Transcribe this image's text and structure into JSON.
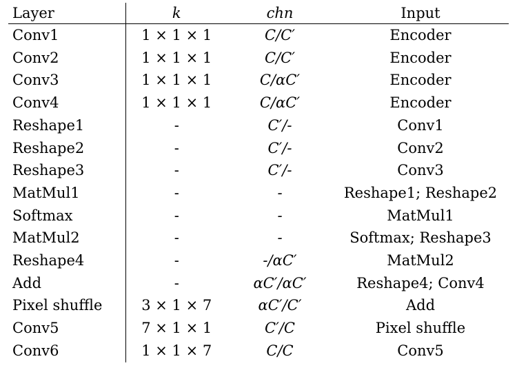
{
  "table": {
    "headers": {
      "layer": "Layer",
      "k": "k",
      "chn": "chn",
      "input": "Input"
    },
    "rows": [
      {
        "layer": "Conv1",
        "k": "1 × 1 × 1",
        "chn": "C/C′",
        "input": "Encoder"
      },
      {
        "layer": "Conv2",
        "k": "1 × 1 × 1",
        "chn": "C/C′",
        "input": "Encoder"
      },
      {
        "layer": "Conv3",
        "k": "1 × 1 × 1",
        "chn": "C/αC′",
        "input": "Encoder"
      },
      {
        "layer": "Conv4",
        "k": "1 × 1 × 1",
        "chn": "C/αC′",
        "input": "Encoder"
      },
      {
        "layer": "Reshape1",
        "k": "-",
        "chn": "C′/-",
        "input": "Conv1"
      },
      {
        "layer": "Reshape2",
        "k": "-",
        "chn": "C′/-",
        "input": "Conv2"
      },
      {
        "layer": "Reshape3",
        "k": "-",
        "chn": "C′/-",
        "input": "Conv3"
      },
      {
        "layer": "MatMul1",
        "k": "-",
        "chn": "-",
        "input": "Reshape1; Reshape2"
      },
      {
        "layer": "Softmax",
        "k": "-",
        "chn": "-",
        "input": "MatMul1"
      },
      {
        "layer": "MatMul2",
        "k": "-",
        "chn": "-",
        "input": "Softmax; Reshape3"
      },
      {
        "layer": "Reshape4",
        "k": "-",
        "chn": "-/αC′",
        "input": "MatMul2"
      },
      {
        "layer": "Add",
        "k": "-",
        "chn": "αC′/αC′",
        "input": "Reshape4; Conv4"
      },
      {
        "layer": "Pixel shuffle",
        "k": "3 × 1 × 7",
        "chn": "αC′/C′",
        "input": "Add"
      },
      {
        "layer": "Conv5",
        "k": "7 × 1 × 1",
        "chn": "C′/C",
        "input": "Pixel shuffle"
      },
      {
        "layer": "Conv6",
        "k": "1 × 1 × 7",
        "chn": "C/C",
        "input": "Conv5"
      }
    ]
  }
}
